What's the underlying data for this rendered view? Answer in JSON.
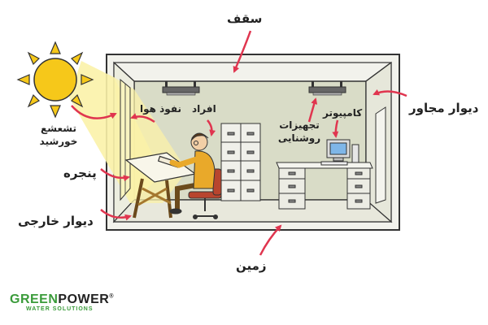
{
  "labels": {
    "ceiling": "سقف",
    "adjacent_wall": "دیوار مجاور",
    "computer": "کامپیوتر",
    "lighting": "تجهیزات روشنایی",
    "people": "افراد",
    "infiltration": "نفوذ هوا",
    "solar": "تشعشع خورشید",
    "window": "پنجره",
    "exterior_wall": "دیوار خارجی",
    "floor": "زمین"
  },
  "logo": {
    "brand": "GREENPOWER",
    "brand_green_part": "GREEN",
    "brand_dark_part": "POWER",
    "tagline": "WATER SOLUTIONS",
    "mark": "®"
  },
  "colors": {
    "arrow": "#e0354f",
    "sun": "#f6c81a",
    "sunlight": "#fbf2a8",
    "room_fill": "#d9dcc7",
    "wall_fill": "#f2f2ec",
    "outline": "#333333",
    "chair": "#b8452e",
    "shirt": "#e9a92a",
    "desk_wood": "#a5782f",
    "brand_green": "#3a9b3a"
  }
}
